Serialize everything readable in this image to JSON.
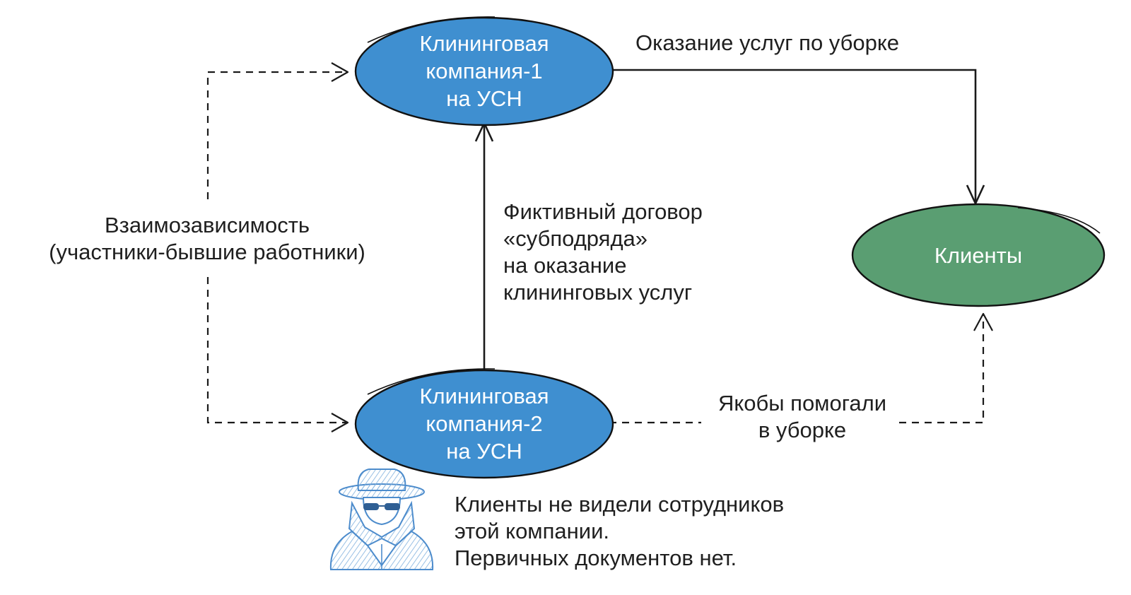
{
  "nodes": {
    "company1": {
      "lines": [
        "Клининговая",
        "компания-1",
        "на УСН"
      ],
      "color": "#3f8fd0"
    },
    "company2": {
      "lines": [
        "Клининговая",
        "компания-2",
        "на УСН"
      ],
      "color": "#3f8fd0"
    },
    "clients": {
      "lines": [
        "Клиенты"
      ],
      "color": "#5a9e72"
    }
  },
  "edges": {
    "services": "Оказание услуг по уборке",
    "subcontract": [
      "Фиктивный договор",
      "«субподряда»",
      "на оказание",
      "клининговых услуг"
    ],
    "allegedly": [
      "Якобы помогали",
      "в уборке"
    ],
    "interdependence": [
      "Взаимозависимость",
      "(участники-бывшие работники)"
    ]
  },
  "note": [
    "Клиенты не видели сотрудников",
    "этой компании.",
    "Первичных документов нет."
  ],
  "icons": {
    "spy": "spy-icon"
  }
}
